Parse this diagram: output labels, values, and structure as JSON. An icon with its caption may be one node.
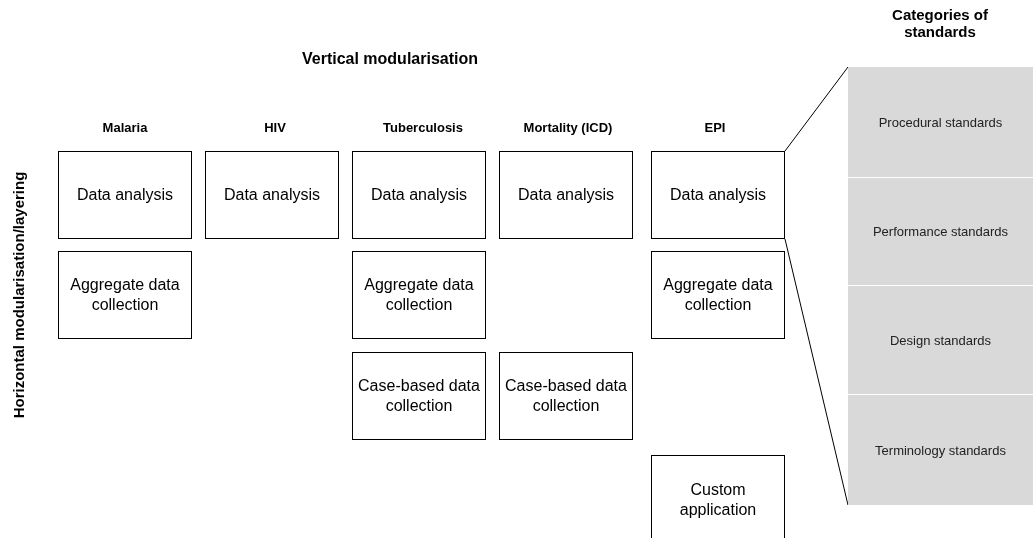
{
  "diagram": {
    "title": "Vertical modularisation",
    "nodes": [
      {
        "text": [
          "Data analysis"
        ]
      },
      {
        "text": [
          "Data analysis"
        ]
      },
      {
        "text": [
          "Data analysis"
        ]
      },
      {
        "text": [
          "Data analysis"
        ]
      },
      {
        "text": [
          "Data analysis"
        ]
      },
      {
        "text": [
          "Aggregate data collection"
        ]
      },
      {
        "text": [
          "Aggregate data collection"
        ]
      },
      {
        "text": [
          "Aggregate data collection"
        ]
      },
      {
        "text": [
          "Case-based data collection"
        ]
      },
      {
        "text": [
          "Case-based data collection"
        ]
      },
      {
        "text": [
          "Custom application"
        ]
      },
      {
        "text": [],
        "shape": "box"
      },
      {
        "text": [
          "Procedural standards"
        ],
        "in": 11
      },
      {
        "text": [
          "Performance standards"
        ],
        "in": 11
      },
      {
        "text": [
          "Design standards"
        ],
        "in": 11
      },
      {
        "text": [
          "Terminology standards"
        ],
        "in": 11
      }
    ],
    "edges": [
      {
        "from": 4,
        "to": 11,
        "arrow": "none"
      },
      {
        "from": 4,
        "to": 11,
        "arrow": "none"
      }
    ],
    "labels": [
      "Categories of standards",
      "Horizontal modularisation/layering",
      "Malaria",
      "HIV",
      "Tuberculosis",
      "Mortality (ICD)",
      "EPI"
    ]
  }
}
